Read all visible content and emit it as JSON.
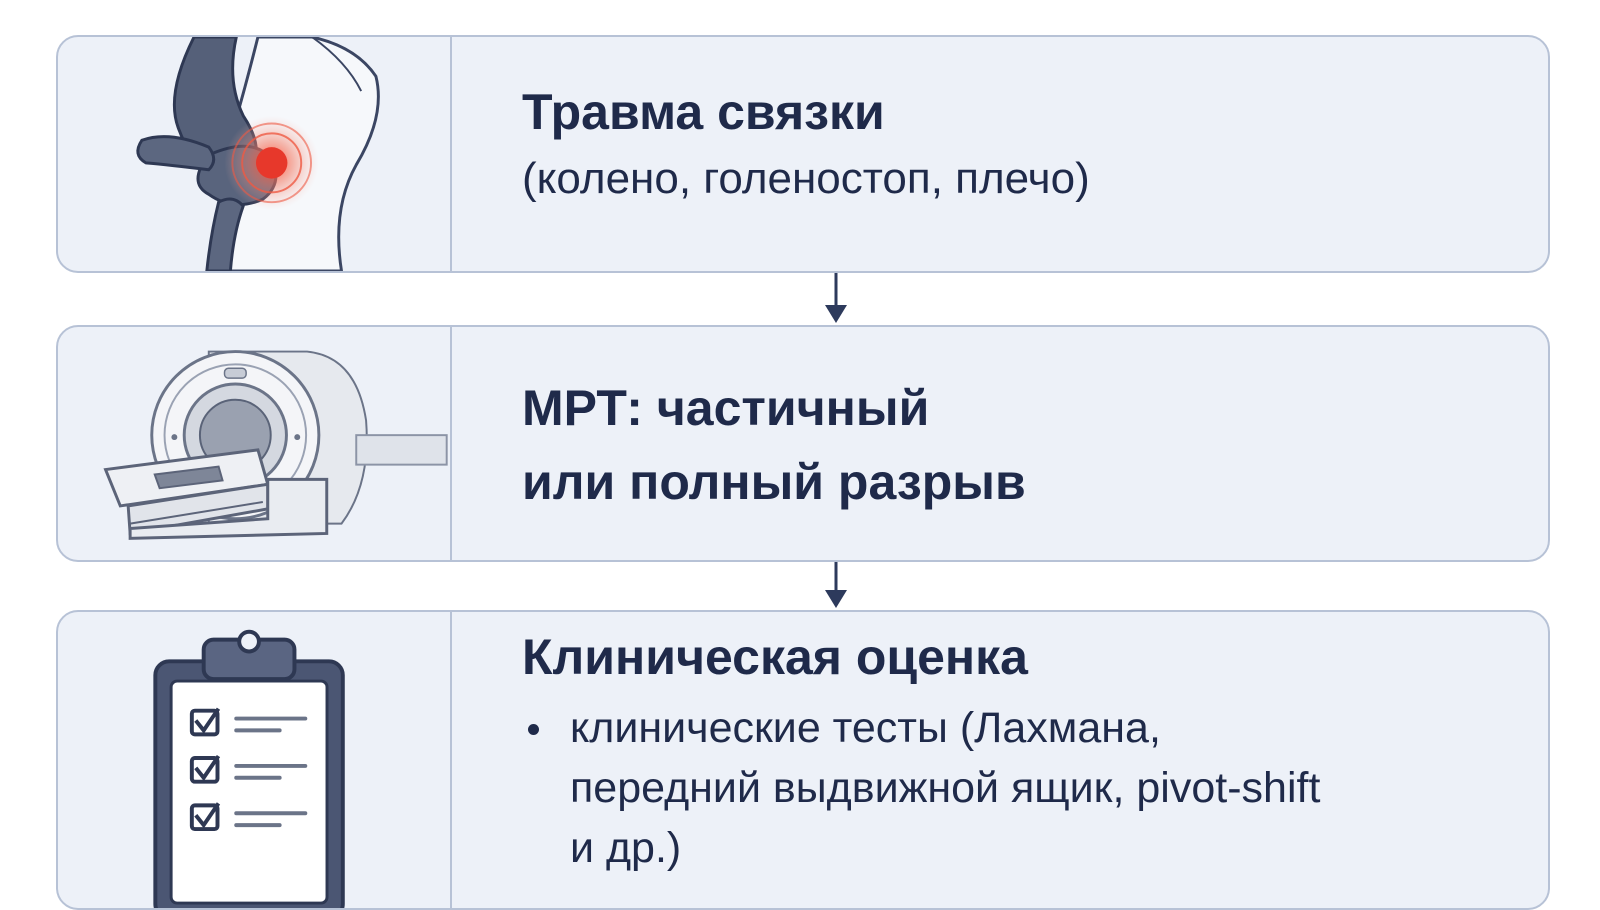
{
  "steps": [
    {
      "icon": "knee-injury-icon",
      "title": "Травма связки",
      "subtitle": "(колено, голеностоп, плечо)"
    },
    {
      "icon": "mri-scanner-icon",
      "title_lines": [
        "МРТ: частичный",
        "или полный разрыв"
      ]
    },
    {
      "icon": "clipboard-checklist-icon",
      "title": "Клиническая оценка",
      "bullets": [
        "клинические тесты (Лахмана, передний выдвижной ящик, pivot-shift и др.)"
      ]
    }
  ],
  "colors": {
    "card_background": "#edf1f8",
    "card_border": "#b7c2d6",
    "text": "#1f2a4a",
    "arrow": "#2d3a5c",
    "injury_highlight": "#e0483a"
  }
}
